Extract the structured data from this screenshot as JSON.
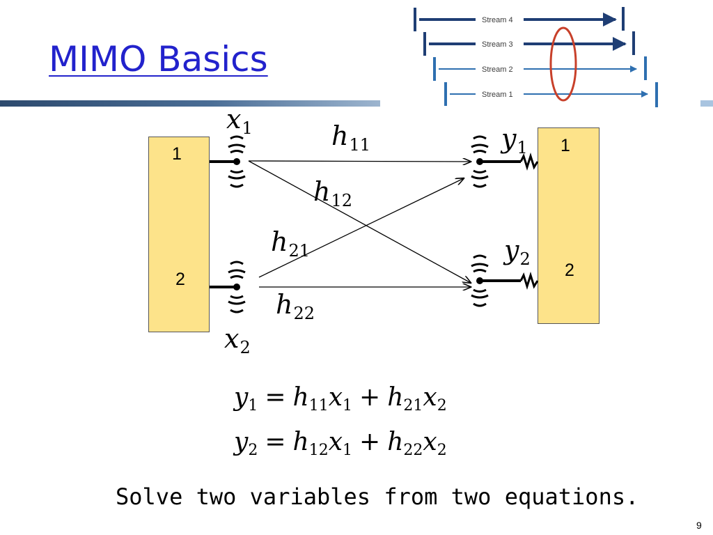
{
  "slide": {
    "title": "MIMO Basics",
    "page_number": "9"
  },
  "streams_figure": {
    "streams": [
      {
        "label": "Stream 4",
        "color": "#1f3e74"
      },
      {
        "label": "Stream 3",
        "color": "#1f3e74"
      },
      {
        "label": "Stream 2",
        "color": "#2e6fb0"
      },
      {
        "label": "Stream 1",
        "color": "#2e6fb0"
      }
    ],
    "highlight_color": "#c8402a"
  },
  "diagram": {
    "tx_box": {
      "port_1": "1",
      "port_2": "2"
    },
    "rx_box": {
      "port_1": "1",
      "port_2": "2"
    },
    "tx_labels": [
      {
        "base": "x",
        "sub": "1"
      },
      {
        "base": "x",
        "sub": "2"
      }
    ],
    "rx_labels": [
      {
        "base": "y",
        "sub": "1"
      },
      {
        "base": "y",
        "sub": "2"
      }
    ],
    "channel_labels": [
      {
        "base": "h",
        "sub": "11"
      },
      {
        "base": "h",
        "sub": "12"
      },
      {
        "base": "h",
        "sub": "21"
      },
      {
        "base": "h",
        "sub": "22"
      }
    ],
    "box_color": "#fde38a"
  },
  "equations": [
    {
      "lhs": "y",
      "lhs_sub": "1",
      "eq": "=",
      "a": "h",
      "a_sub": "11",
      "b": "x",
      "b_sub": "1",
      "plus": "+",
      "c": "h",
      "c_sub": "21",
      "d": "x",
      "d_sub": "2"
    },
    {
      "lhs": "y",
      "lhs_sub": "2",
      "eq": "=",
      "a": "h",
      "a_sub": "12",
      "b": "x",
      "b_sub": "1",
      "plus": "+",
      "c": "h",
      "c_sub": "22",
      "d": "x",
      "d_sub": "2"
    }
  ],
  "caption": "Solve two variables from two equations.",
  "colors": {
    "title": "#2222cc"
  }
}
